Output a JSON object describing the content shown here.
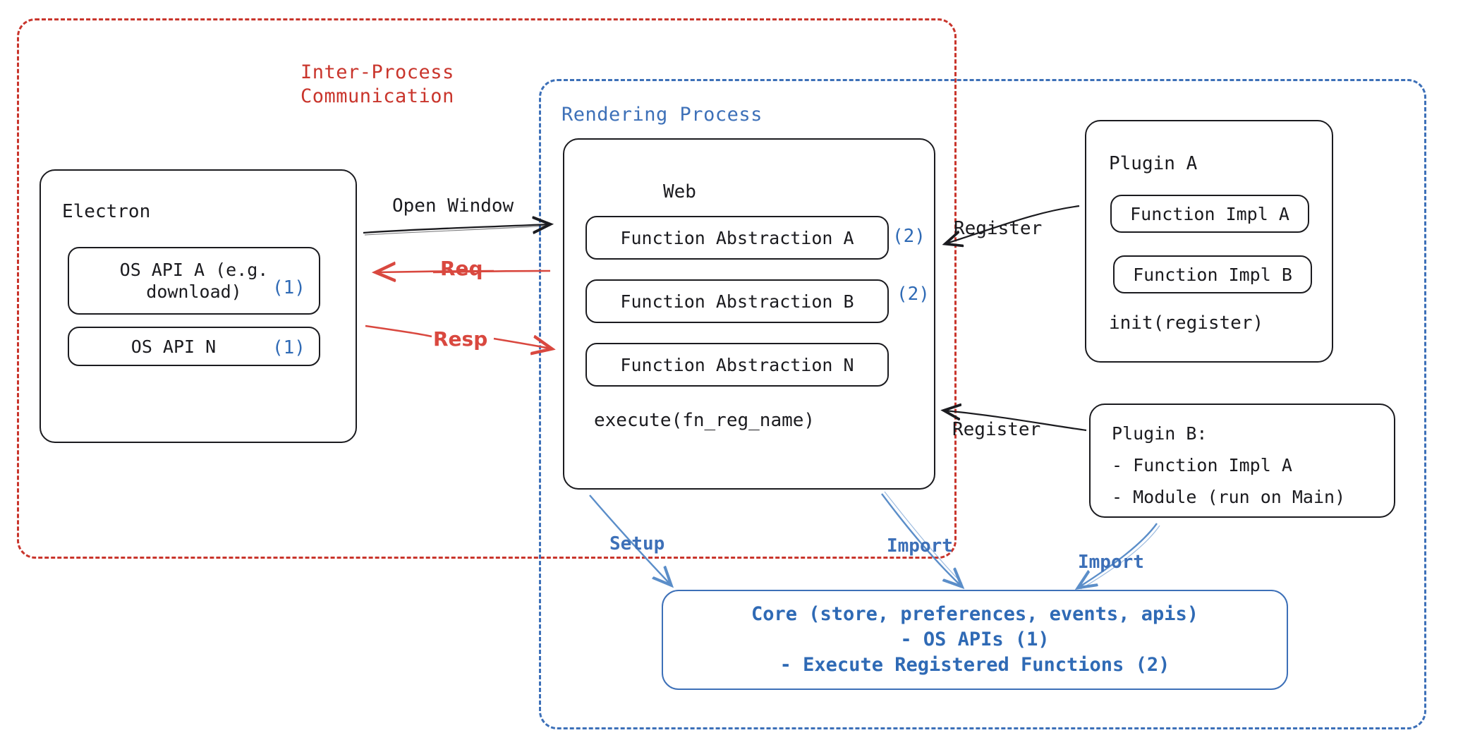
{
  "diagram": {
    "title": "Electron plugin architecture",
    "colors": {
      "ipc_red": "#c9352c",
      "process_blue": "#3d70b8",
      "arrow_red": "#d9483f",
      "ink_black": "#1b1b1f",
      "core_blue": "#2f6ab5"
    }
  },
  "regions": {
    "ipc": {
      "label": "Inter-Process\nCommunication",
      "color": "#c9352c",
      "style": "dashed"
    },
    "rendering": {
      "label": "Rendering Process",
      "color": "#3d70b8",
      "style": "dashed"
    }
  },
  "electron": {
    "title": "Electron",
    "apis": [
      {
        "label": "OS API A (e.g.\ndownload)",
        "tag": "(1)"
      },
      {
        "label": "OS API N",
        "tag": "(1)"
      }
    ]
  },
  "web": {
    "title": "Web",
    "abstractions": [
      {
        "label": "Function Abstraction A",
        "tag": "(2)"
      },
      {
        "label": "Function Abstraction B",
        "tag": "(2)"
      },
      {
        "label": "Function Abstraction N",
        "tag": ""
      }
    ],
    "method": "execute(fn_reg_name)"
  },
  "plugin_a": {
    "title": "Plugin A",
    "impls": [
      {
        "label": "Function Impl A"
      },
      {
        "label": "Function Impl B"
      }
    ],
    "method": "init(register)"
  },
  "plugin_b": {
    "title": "Plugin B:",
    "items": [
      "- Function Impl A",
      "- Module (run on Main)"
    ]
  },
  "core": {
    "lines": [
      "Core (store, preferences, events, apis)",
      "- OS APIs (1)",
      "- Execute Registered Functions (2)"
    ]
  },
  "edges": {
    "open_window": {
      "label": "Open Window",
      "color": "#1b1b1f",
      "from": "electron",
      "to": "web"
    },
    "req": {
      "label": "Req",
      "color": "#d9483f",
      "from": "web",
      "to": "electron"
    },
    "resp": {
      "label": "Resp",
      "color": "#d9483f",
      "from": "electron",
      "to": "web"
    },
    "register_a": {
      "label": "Register",
      "color": "#1b1b1f",
      "from": "plugin-a",
      "to": "web"
    },
    "register_b": {
      "label": "Register",
      "color": "#1b1b1f",
      "from": "plugin-b",
      "to": "web"
    },
    "setup": {
      "label": "Setup",
      "color": "#3d70b8",
      "from": "web",
      "to": "core"
    },
    "import_web": {
      "label": "Import",
      "color": "#3d70b8",
      "from": "web",
      "to": "core"
    },
    "import_plugin_b": {
      "label": "Import",
      "color": "#3d70b8",
      "from": "plugin-b",
      "to": "core"
    }
  }
}
